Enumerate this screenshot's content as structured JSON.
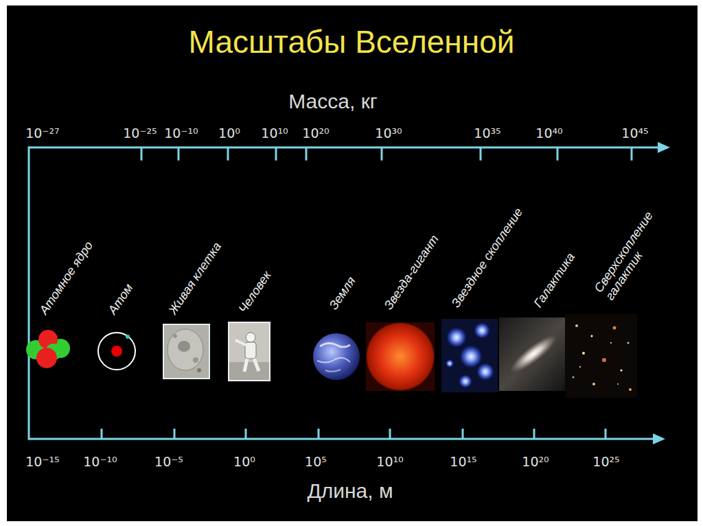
{
  "diagram": {
    "title": "Масштабы Вселенной",
    "labels": [
      "Масса, кг",
      "10⁻²⁷",
      "10⁻²⁵",
      "10⁻¹⁰",
      "10⁰",
      "10¹⁰",
      "10²⁰",
      "10³⁰",
      "10³⁵",
      "10⁴⁰",
      "10⁴⁵",
      "Атомное ядро",
      "Атом",
      "Живая клетка",
      "Человек",
      "Земля",
      "Звезда-гигант",
      "Звездное скопление",
      "Галактика",
      "Сверхскопление галактик",
      "10⁻¹⁵",
      "10⁻¹⁰",
      "10⁻⁵",
      "10⁰",
      "10⁵",
      "10¹⁰",
      "10¹⁵",
      "10²⁰",
      "10²⁵",
      "Длина, м"
    ]
  }
}
